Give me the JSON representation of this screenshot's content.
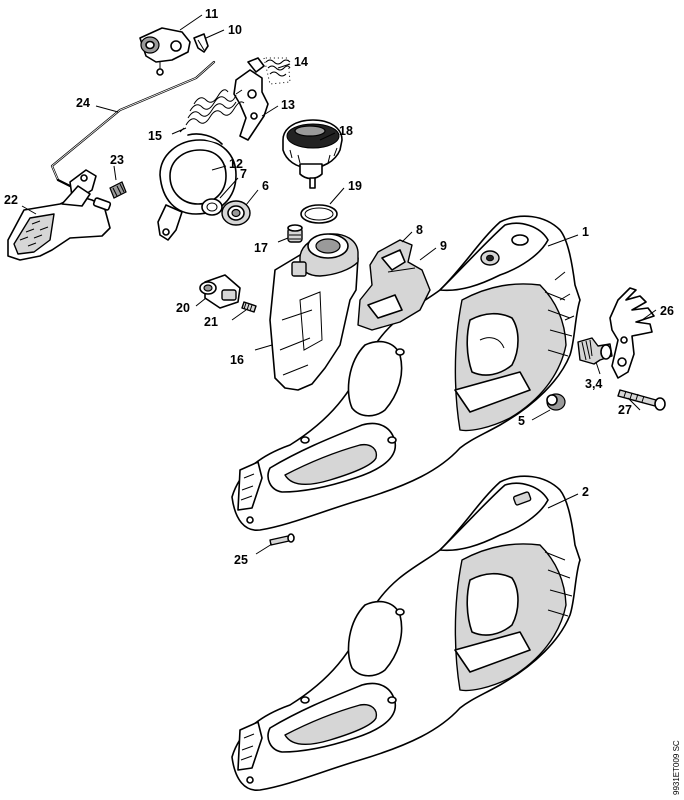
{
  "callouts": [
    {
      "id": "c1",
      "label": "1"
    },
    {
      "id": "c2",
      "label": "2"
    },
    {
      "id": "c34",
      "label": "3,4"
    },
    {
      "id": "c5",
      "label": "5"
    },
    {
      "id": "c6",
      "label": "6"
    },
    {
      "id": "c7",
      "label": "7"
    },
    {
      "id": "c8",
      "label": "8"
    },
    {
      "id": "c9",
      "label": "9"
    },
    {
      "id": "c10",
      "label": "10"
    },
    {
      "id": "c11",
      "label": "11"
    },
    {
      "id": "c12",
      "label": "12"
    },
    {
      "id": "c13",
      "label": "13"
    },
    {
      "id": "c14",
      "label": "14"
    },
    {
      "id": "c15",
      "label": "15"
    },
    {
      "id": "c16",
      "label": "16"
    },
    {
      "id": "c17",
      "label": "17"
    },
    {
      "id": "c18",
      "label": "18"
    },
    {
      "id": "c19",
      "label": "19"
    },
    {
      "id": "c20",
      "label": "20"
    },
    {
      "id": "c21",
      "label": "21"
    },
    {
      "id": "c22",
      "label": "22"
    },
    {
      "id": "c23",
      "label": "23"
    },
    {
      "id": "c24",
      "label": "24"
    },
    {
      "id": "c25",
      "label": "25"
    },
    {
      "id": "c26",
      "label": "26"
    },
    {
      "id": "c27",
      "label": "27"
    }
  ],
  "drawing_code": "9931ET009 SC"
}
